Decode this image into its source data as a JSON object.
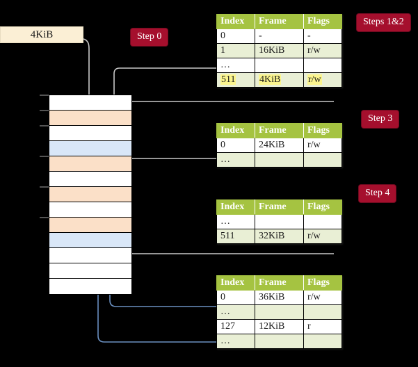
{
  "source_box": {
    "label": "4KiB"
  },
  "badges": [
    {
      "id": "step0",
      "label": "Step 0"
    },
    {
      "id": "steps12",
      "label": "Steps 1&2"
    },
    {
      "id": "step3",
      "label": "Step 3"
    },
    {
      "id": "step4",
      "label": "Step 4"
    }
  ],
  "colors": {
    "background": "#000000",
    "badge_bg": "#a50f2d",
    "badge_text": "#ffffff",
    "table_header_bg": "#a5c341",
    "table_header_text": "#ffffff",
    "table_row_alt_bg": "#e9efd5",
    "highlight_yellow": "#fbf58e",
    "memory_peach": "#fbe0c8",
    "memory_blue": "#d9e7f8",
    "source_box_bg": "#fbefd5",
    "wire_gray": "#bdbdbd",
    "wire_blue": "#6a8fc0"
  },
  "memory_column": {
    "name": "physical-memory",
    "row_count": 13,
    "rows": [
      {
        "index": 0,
        "fill": "white",
        "tick": true
      },
      {
        "index": 1,
        "fill": "peach",
        "tick": true
      },
      {
        "index": 2,
        "fill": "white",
        "tick": true
      },
      {
        "index": 3,
        "fill": "blue",
        "tick": false
      },
      {
        "index": 4,
        "fill": "peach",
        "tick": true
      },
      {
        "index": 5,
        "fill": "white",
        "tick": false
      },
      {
        "index": 6,
        "fill": "peach",
        "tick": true
      },
      {
        "index": 7,
        "fill": "white",
        "tick": false
      },
      {
        "index": 8,
        "fill": "peach",
        "tick": true
      },
      {
        "index": 9,
        "fill": "blue",
        "tick": false
      },
      {
        "index": 10,
        "fill": "white",
        "tick": false
      },
      {
        "index": 11,
        "fill": "white",
        "tick": false
      },
      {
        "index": 12,
        "fill": "white",
        "tick": false
      }
    ]
  },
  "tables": [
    {
      "id": "table1",
      "headers": [
        "Index",
        "Frame",
        "Flags"
      ],
      "rows": [
        {
          "index": "0",
          "frame": "-",
          "flags": "-",
          "stripe": "odd",
          "highlight": false
        },
        {
          "index": "1",
          "frame": "16KiB",
          "flags": "r/w",
          "stripe": "even",
          "highlight": false
        },
        {
          "index": "…",
          "frame": "",
          "flags": "",
          "stripe": "odd",
          "highlight": false
        },
        {
          "index": "511",
          "frame": "4KiB",
          "flags": "r/w",
          "stripe": "even",
          "highlight": true
        }
      ]
    },
    {
      "id": "table2",
      "headers": [
        "Index",
        "Frame",
        "Flags"
      ],
      "rows": [
        {
          "index": "0",
          "frame": "24KiB",
          "flags": "r/w",
          "stripe": "odd",
          "highlight": false
        },
        {
          "index": "…",
          "frame": "",
          "flags": "",
          "stripe": "even",
          "highlight": false
        }
      ]
    },
    {
      "id": "table3",
      "headers": [
        "Index",
        "Frame",
        "Flags"
      ],
      "rows": [
        {
          "index": "…",
          "frame": "",
          "flags": "",
          "stripe": "odd",
          "highlight": false
        },
        {
          "index": "511",
          "frame": "32KiB",
          "flags": "r/w",
          "stripe": "even",
          "highlight": false
        }
      ]
    },
    {
      "id": "table4",
      "headers": [
        "Index",
        "Frame",
        "Flags"
      ],
      "rows": [
        {
          "index": "0",
          "frame": "36KiB",
          "flags": "r/w",
          "stripe": "odd",
          "highlight": false
        },
        {
          "index": "…",
          "frame": "",
          "flags": "",
          "stripe": "even",
          "highlight": false
        },
        {
          "index": "127",
          "frame": "12KiB",
          "flags": "r",
          "stripe": "odd",
          "highlight": false
        },
        {
          "index": "…",
          "frame": "",
          "flags": "",
          "stripe": "even",
          "highlight": false
        }
      ]
    }
  ]
}
